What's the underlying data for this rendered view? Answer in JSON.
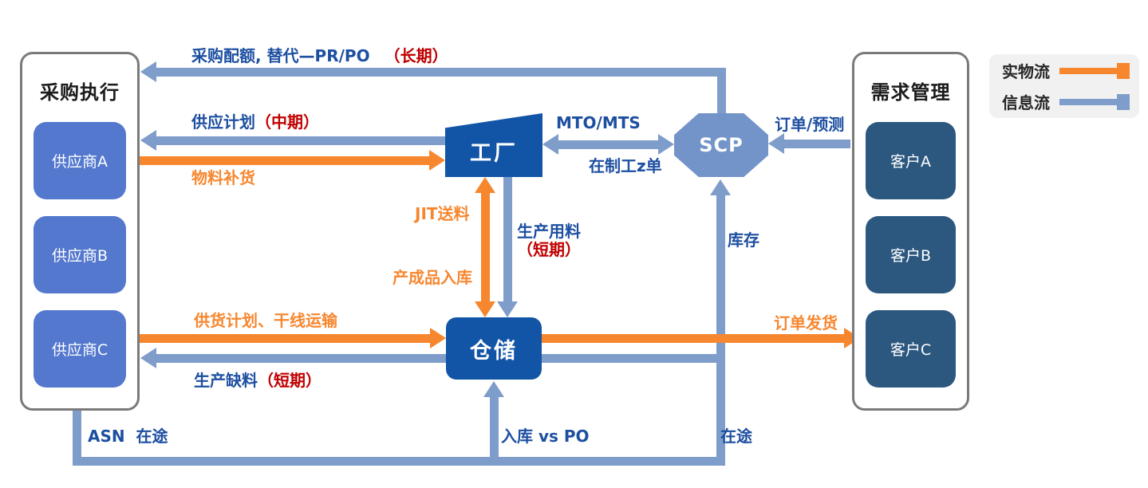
{
  "legend": {
    "physical_flow": "实物流",
    "info_flow": "信息流"
  },
  "left_panel": {
    "title": "采购执行",
    "items": [
      "供应商A",
      "供应商B",
      "供应商C"
    ]
  },
  "right_panel": {
    "title": "需求管理",
    "items": [
      "客户A",
      "客户B",
      "客户C"
    ]
  },
  "nodes": {
    "factory": "工厂",
    "warehouse": "仓储",
    "scp": "SCP"
  },
  "flows": {
    "quota": {
      "text": "采购配额, 替代—PR/PO",
      "em": "（长期）"
    },
    "supply_plan": {
      "text": "供应计划",
      "em": "（中期）"
    },
    "material_replenishment": {
      "text": "物料补货"
    },
    "mto_mts": {
      "text": "MTO/MTS"
    },
    "wip_order": {
      "text": "在制工z单"
    },
    "order_forecast": {
      "text": "订单/预测"
    },
    "jit_delivery": {
      "text": "JIT送料"
    },
    "production_material": {
      "text": "生产用料",
      "em": "（短期）"
    },
    "finished_goods_inbound": {
      "text": "产成品入库"
    },
    "inventory": {
      "text": "库存"
    },
    "delivery_plan": {
      "text": "供货计划、干线运输"
    },
    "production_shortage": {
      "text": "生产缺料",
      "em": "（短期）"
    },
    "order_shipping": {
      "text": "订单发货"
    },
    "asn_transit": {
      "text": "ASN  在途"
    },
    "inbound_vs_po": {
      "text": "入库 vs PO"
    },
    "in_transit": {
      "text": "在途"
    }
  },
  "colors": {
    "physical_flow_orange": "#f7872f",
    "info_flow_blue": "#7f9dcb",
    "factory_warehouse_blue": "#1254a6",
    "supplier_blue": "#5378ce",
    "customer_navy": "#2c5880",
    "scp_blue": "#7394c8",
    "label_blue": "#1d4fa1",
    "label_red": "#c00000",
    "panel_border_gray": "#7a7a7a",
    "legend_bg": "#f1f1f1"
  }
}
